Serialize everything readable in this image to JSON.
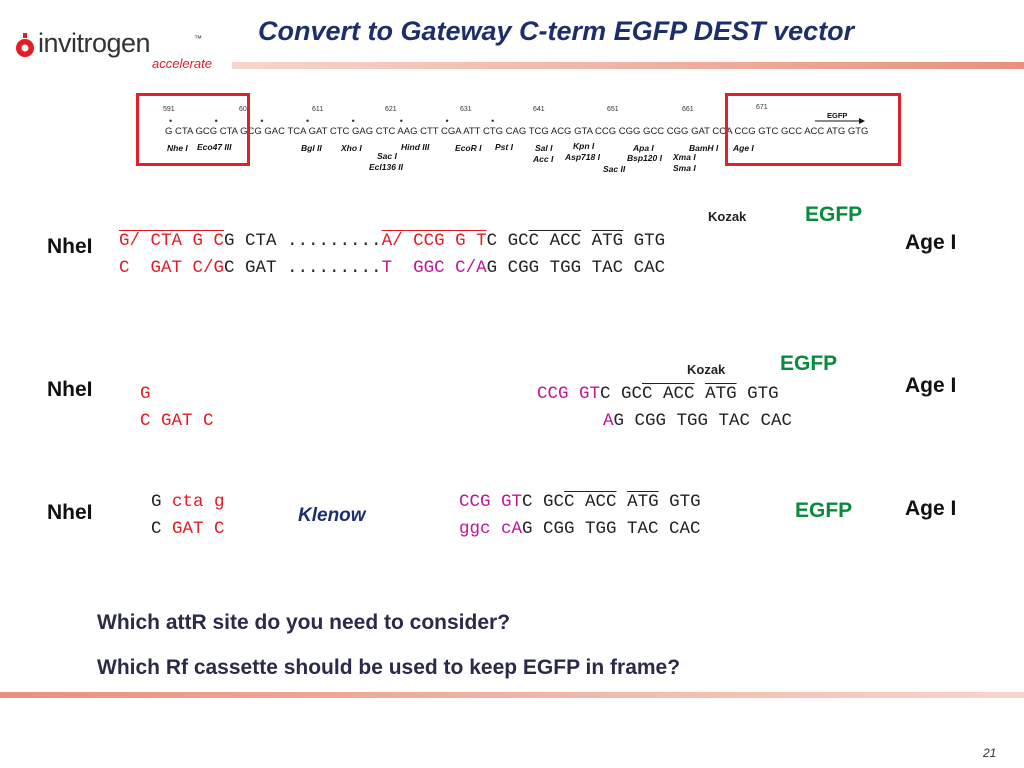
{
  "header": {
    "logo_text": "invitrogen",
    "logo_tm": "™",
    "logo_tagline": "accelerate",
    "title": "Convert to Gateway C-term EGFP  DEST vector"
  },
  "map": {
    "positions": [
      "591",
      "601",
      "611",
      "621",
      "631",
      "641",
      "651",
      "661",
      "671"
    ],
    "sequence": "G CTA GCG CTA GCG GAC TCA GAT CTC GAG CTC AAG CTT CGA ATT CTG CAG TCG ACG GTA CCG CGG GCC CGG GAT CCA CCG GTC GCC ACC ATG GTG",
    "egfp_arrow_label": "EGFP",
    "enzymes": [
      "Nhe I",
      "Eco47 III",
      "Bgl II",
      "Xho I",
      "Sac I",
      "Ecl136 II",
      "Hind III",
      "EcoR I",
      "Pst I",
      "Sal I",
      "Acc I",
      "Kpn I",
      "Asp718 I",
      "Apa I",
      "Bsp120 I",
      "Sac II",
      "Xma I",
      "Sma I",
      "BamH I",
      "Age I"
    ]
  },
  "row1": {
    "left_label": "NheI",
    "right_label": "Age I",
    "kozak": "Kozak",
    "egfp": "EGFP",
    "top": [
      "G/ CTA G C",
      "G CTA .........",
      "A/ CCG G T",
      "C GC",
      "C ACC",
      " ",
      "ATG",
      " GTG"
    ],
    "bottom": [
      "C  GAT C/G",
      "C GAT .........",
      "T  GGC C/A",
      "G CGG TGG TAC CAC"
    ]
  },
  "row2": {
    "left_label": "NheI",
    "right_label": "Age I",
    "kozak": "Kozak",
    "egfp": "EGFP",
    "left_top": "G",
    "left_bottom": "C GAT C",
    "right_top": [
      "CCG GT",
      "C GC",
      "C ACC",
      " ",
      "ATG",
      " GTG"
    ],
    "right_bottom": [
      "A",
      "G CGG TGG TAC CAC"
    ]
  },
  "row3": {
    "left_label": "NheI",
    "right_label": "Age I",
    "klenow": "Klenow",
    "egfp": "EGFP",
    "left_top": [
      "G ",
      "cta g"
    ],
    "left_bottom": [
      "C ",
      "GAT C"
    ],
    "right_top": [
      "CCG GT",
      "C GC",
      "C ACC",
      " ",
      "ATG",
      " GTG"
    ],
    "right_bottom": [
      "ggc cA",
      "G CGG TGG TAC CAC"
    ]
  },
  "questions": {
    "q1": "Which attR site do you need to consider?",
    "q2": "Which Rf cassette should be used to keep EGFP in frame?"
  },
  "footer": {
    "page_number": "21"
  },
  "colors": {
    "red": "#e31b23",
    "magenta": "#c0139b",
    "green": "#0a8a3c",
    "box_red": "#e0202a"
  }
}
